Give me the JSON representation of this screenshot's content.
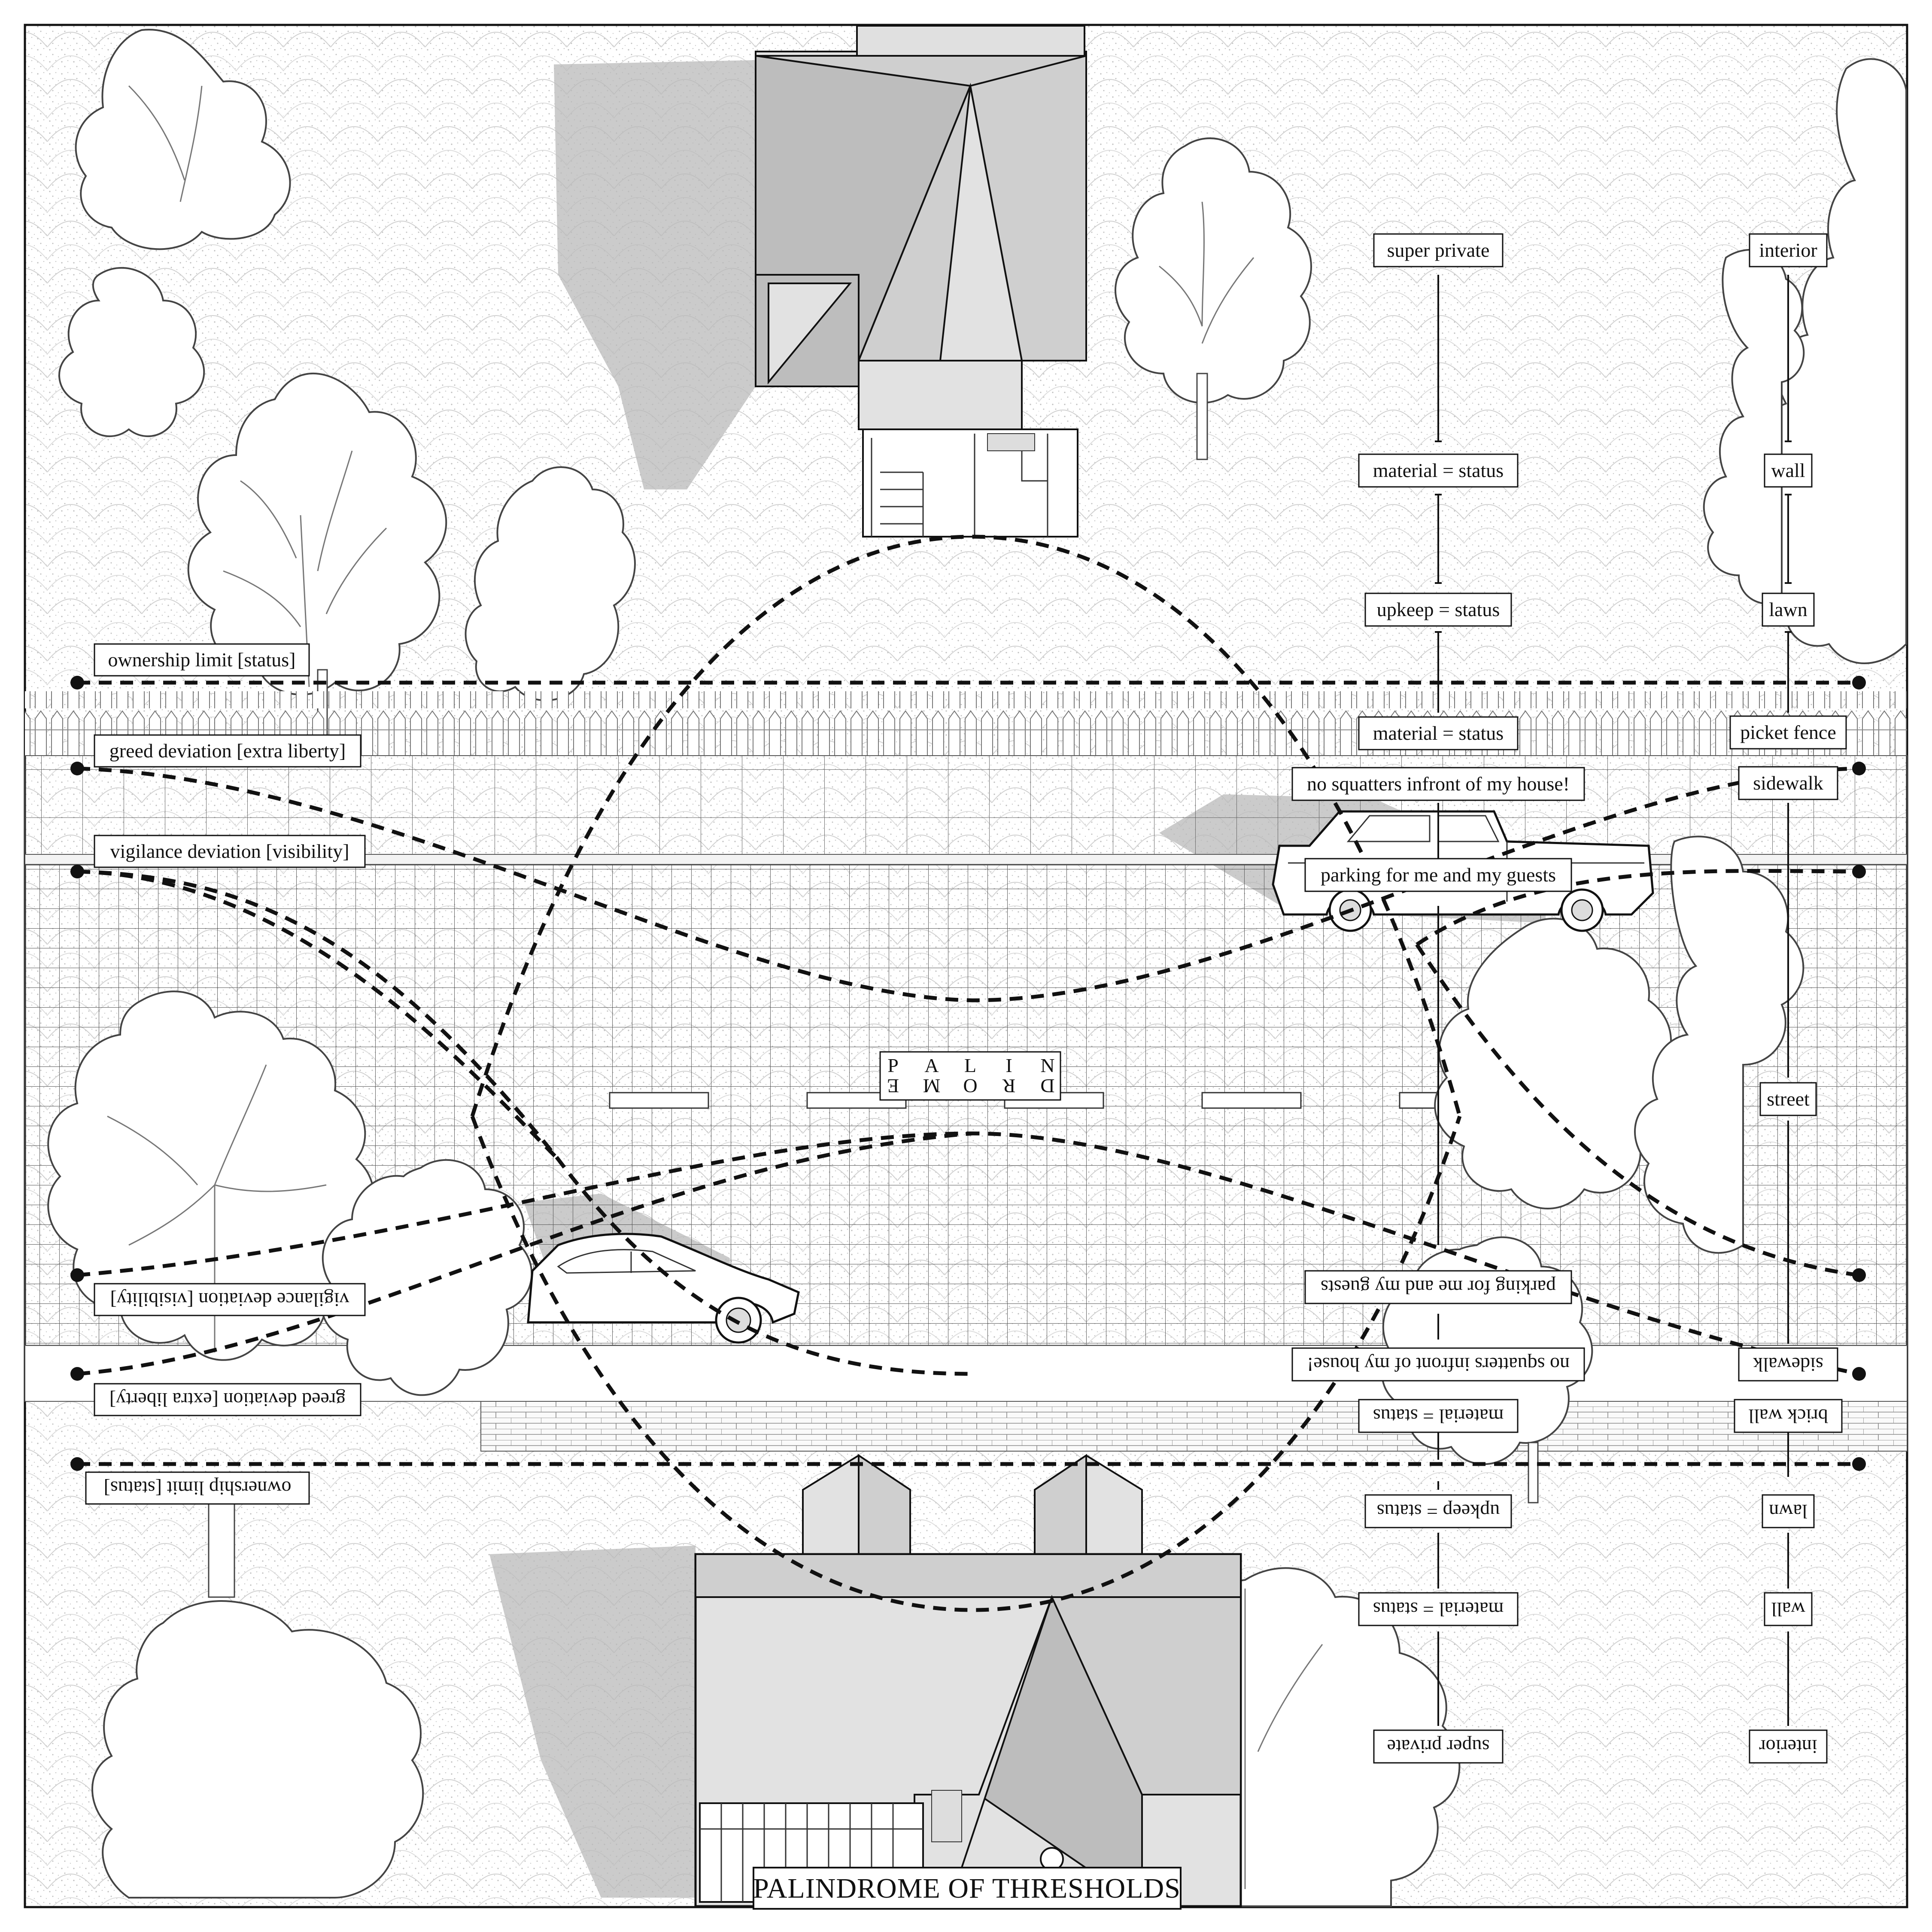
{
  "title": "PALINDROME OF THRESHOLDS",
  "road_label": {
    "top_row": [
      "P",
      "A",
      "L",
      "I",
      "N"
    ],
    "bottom_row": [
      "D",
      "R",
      "O",
      "M",
      "E"
    ]
  },
  "deviation_labels_top": [
    "ownership limit [status]",
    "greed deviation [extra liberty]",
    "vigilance deviation [visibility]"
  ],
  "deviation_labels_bottom": [
    "vigilance deviation [visibility]",
    "greed deviation [extra liberty]",
    "ownership limit [status]"
  ],
  "status_column_top": [
    "super private",
    "material = status",
    "upkeep = status",
    "material = status",
    "no squatters infront of my house!",
    "parking for me and my guests"
  ],
  "status_column_bottom": [
    "parking for me and my guests",
    "no squatters infront of my house!",
    "material = status",
    "upkeep = status",
    "material = status",
    "super private"
  ],
  "threshold_column_top": [
    "interior",
    "wall",
    "lawn",
    "picket fence",
    "sidewalk"
  ],
  "threshold_column_middle": "street",
  "threshold_column_bottom": [
    "sidewalk",
    "brick wall",
    "lawn",
    "wall",
    "interior"
  ],
  "icons": [
    "house-top",
    "house-bottom",
    "pickup-truck",
    "sedan-car",
    "tree"
  ]
}
